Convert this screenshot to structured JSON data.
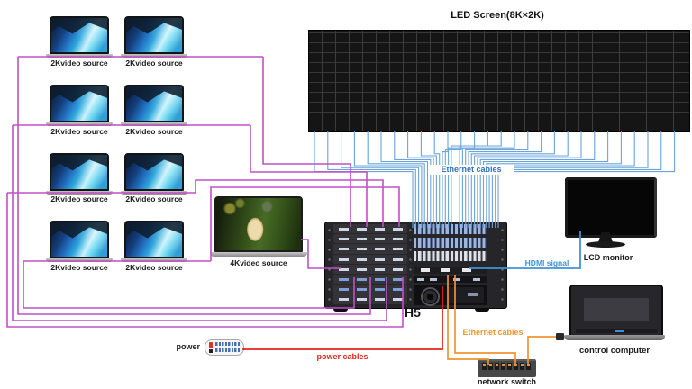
{
  "diagram": {
    "led_title": "LED Screen(8K×2K)",
    "processor_label": "H5",
    "sources_2k": [
      "2Kvideo source",
      "2Kvideo source",
      "2Kvideo source",
      "2Kvideo source",
      "2Kvideo source",
      "2Kvideo source",
      "2Kvideo source",
      "2Kvideo source"
    ],
    "source_4k": "4Kvideo source",
    "lcd_label": "LCD monitor",
    "control_label": "control computer",
    "switch_label": "network switch",
    "power_label": "power",
    "cable_labels": {
      "ethernet_top": "Ethernet cables",
      "ethernet_bottom": "Ethernet cables",
      "hdmi": "HDMI signal",
      "power": "power cables"
    },
    "colors": {
      "video_cable": "#c050c8",
      "ethernet_cable": "#6aa4dc",
      "ethernet_label": "#2e6fc0",
      "hdmi_cable": "#3f93d8",
      "orange_cable": "#ef9433",
      "power_cable": "#e3261d"
    }
  }
}
